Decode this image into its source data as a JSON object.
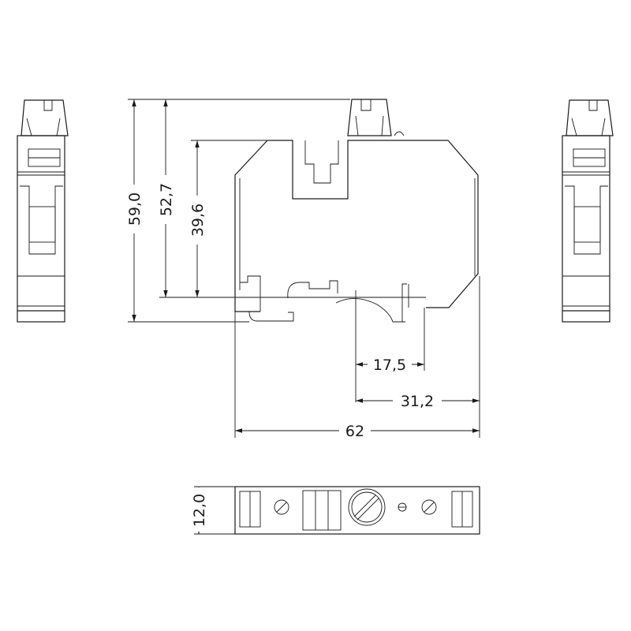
{
  "dimensions": {
    "overall_height": "59,0",
    "rail_height": "52,7",
    "body_height": "39,6",
    "rail_offset": "17,5",
    "half_width": "31,2",
    "total_width": "62",
    "top_view_width": "12,0"
  }
}
